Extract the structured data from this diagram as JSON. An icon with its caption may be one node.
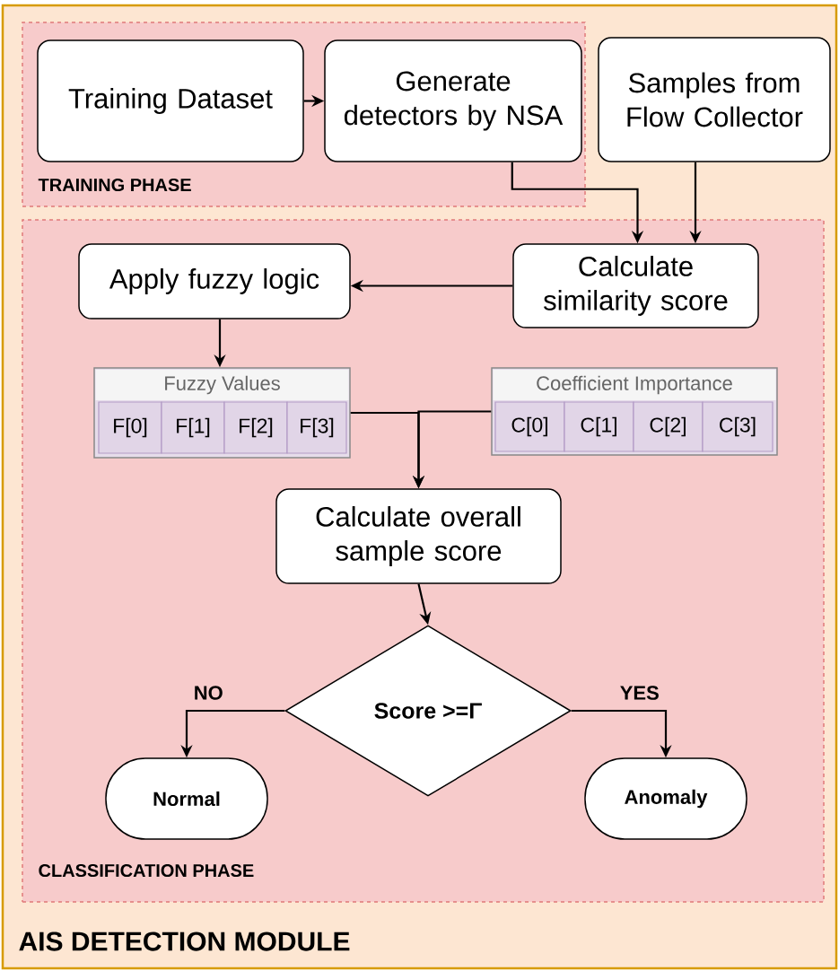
{
  "diagram": {
    "nodes": [
      {
        "text": [
          "AIS DETECTION MODULE"
        ]
      },
      {
        "text": [
          "TRAINING PHASE"
        ],
        "in": 0
      },
      {
        "text": [
          "Training Dataset"
        ],
        "in": 1
      },
      {
        "text": [
          "Generate detectors by NSA"
        ],
        "in": 1
      },
      {
        "text": [
          "Samples from Flow Collector"
        ],
        "in": 0
      },
      {
        "text": [
          "CLASSIFICATION PHASE"
        ],
        "in": 0
      },
      {
        "text": [
          "Calculate similarity score"
        ],
        "in": 5
      },
      {
        "text": [
          "Apply fuzzy logic"
        ],
        "in": 5
      },
      {
        "text": [
          "Fuzzy Values"
        ],
        "in": 5
      },
      {
        "text": [
          "F[0]"
        ],
        "in": 8
      },
      {
        "text": [
          "F[1]"
        ],
        "in": 8
      },
      {
        "text": [
          "F[2]"
        ],
        "in": 8
      },
      {
        "text": [
          "F[3]"
        ],
        "in": 8
      },
      {
        "text": [
          "Coefficient Importance"
        ],
        "in": 5
      },
      {
        "text": [
          "C[0]"
        ],
        "in": 13
      },
      {
        "text": [
          "C[1]"
        ],
        "in": 13
      },
      {
        "text": [
          "C[2]"
        ],
        "in": 13
      },
      {
        "text": [
          "C[3]"
        ],
        "in": 13
      },
      {
        "text": [
          "Calculate overall sample score"
        ],
        "in": 5
      },
      {
        "text": [
          "Score >=Γ"
        ],
        "in": 5
      },
      {
        "text": [
          "Normal"
        ],
        "in": 5
      },
      {
        "text": [
          "Anomaly"
        ],
        "in": 5
      }
    ],
    "edges": [
      {
        "from": 2,
        "to": 3,
        "arrow": "to"
      },
      {
        "from": 3,
        "to": 6,
        "arrow": "to"
      },
      {
        "from": 4,
        "to": 6,
        "arrow": "to"
      },
      {
        "from": 6,
        "to": 7,
        "arrow": "to"
      },
      {
        "from": 7,
        "to": 8,
        "arrow": "to"
      },
      {
        "from": 8,
        "to": 18,
        "arrow": "to"
      },
      {
        "from": 13,
        "to": 18,
        "arrow": "to"
      },
      {
        "from": 18,
        "to": 19,
        "arrow": "to"
      },
      {
        "from": 19,
        "to": 20,
        "label": "NO",
        "arrow": "to"
      },
      {
        "from": 19,
        "to": 21,
        "label": "YES",
        "arrow": "to"
      }
    ]
  }
}
